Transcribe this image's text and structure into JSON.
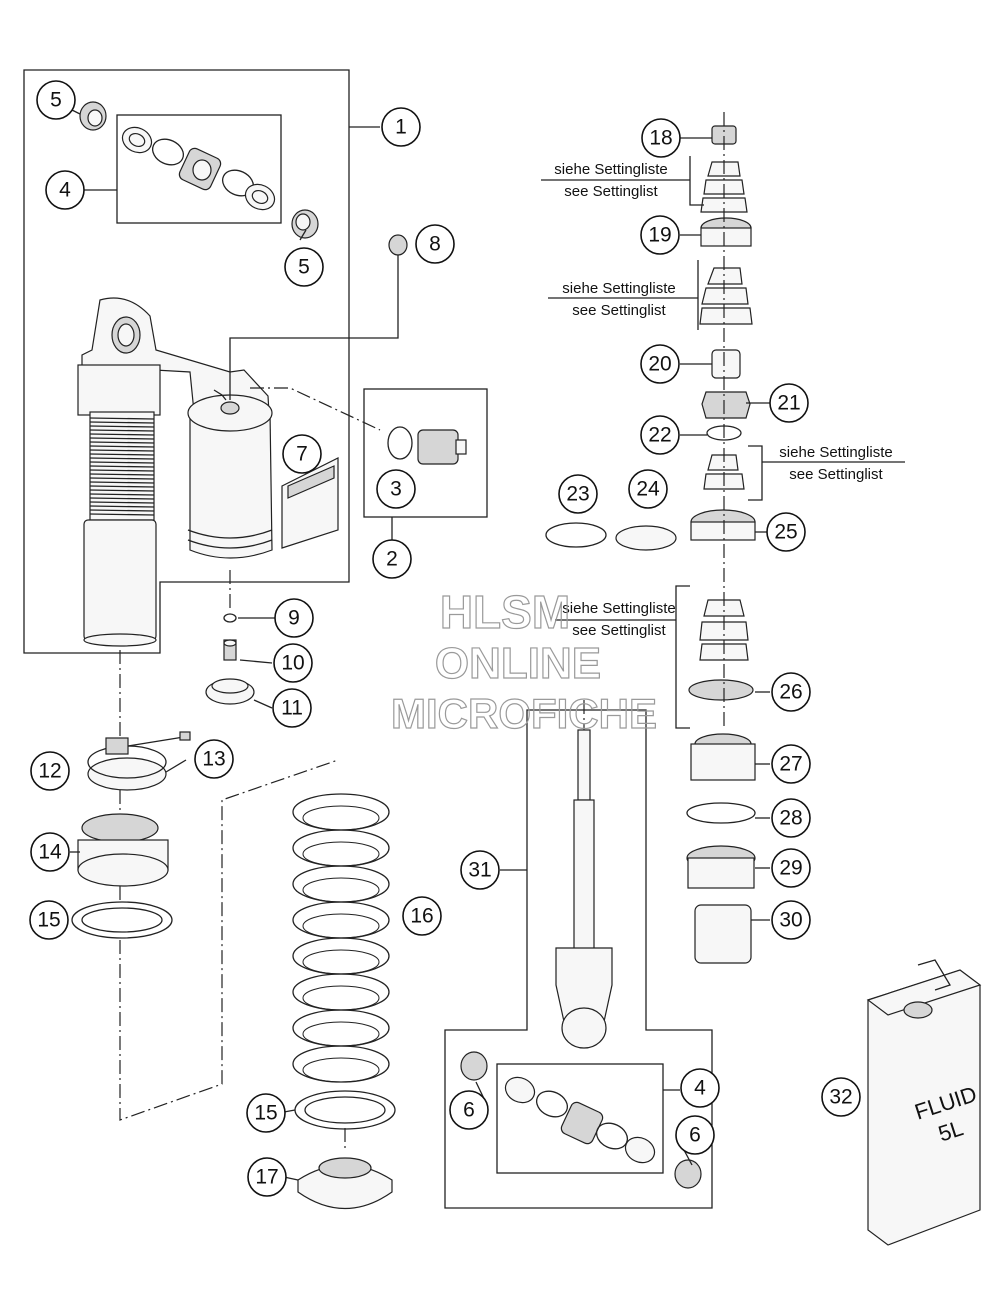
{
  "callouts": [
    {
      "id": "c1",
      "label": "1"
    },
    {
      "id": "c2",
      "label": "2"
    },
    {
      "id": "c3",
      "label": "3"
    },
    {
      "id": "c4a",
      "label": "4"
    },
    {
      "id": "c4b",
      "label": "4"
    },
    {
      "id": "c5a",
      "label": "5"
    },
    {
      "id": "c5b",
      "label": "5"
    },
    {
      "id": "c6a",
      "label": "6"
    },
    {
      "id": "c6b",
      "label": "6"
    },
    {
      "id": "c7",
      "label": "7"
    },
    {
      "id": "c8",
      "label": "8"
    },
    {
      "id": "c9",
      "label": "9"
    },
    {
      "id": "c10",
      "label": "10"
    },
    {
      "id": "c11",
      "label": "11"
    },
    {
      "id": "c12",
      "label": "12"
    },
    {
      "id": "c13",
      "label": "13"
    },
    {
      "id": "c14",
      "label": "14"
    },
    {
      "id": "c15a",
      "label": "15"
    },
    {
      "id": "c15b",
      "label": "15"
    },
    {
      "id": "c16",
      "label": "16"
    },
    {
      "id": "c17",
      "label": "17"
    },
    {
      "id": "c18",
      "label": "18"
    },
    {
      "id": "c19",
      "label": "19"
    },
    {
      "id": "c20",
      "label": "20"
    },
    {
      "id": "c21",
      "label": "21"
    },
    {
      "id": "c22",
      "label": "22"
    },
    {
      "id": "c23",
      "label": "23"
    },
    {
      "id": "c24",
      "label": "24"
    },
    {
      "id": "c25",
      "label": "25"
    },
    {
      "id": "c26",
      "label": "26"
    },
    {
      "id": "c27",
      "label": "27"
    },
    {
      "id": "c28",
      "label": "28"
    },
    {
      "id": "c29",
      "label": "29"
    },
    {
      "id": "c30",
      "label": "30"
    },
    {
      "id": "c31",
      "label": "31"
    },
    {
      "id": "c32",
      "label": "32"
    }
  ],
  "setting_notes": {
    "de": "siehe Settingliste",
    "en": "see Settinglist"
  },
  "watermark": {
    "line1": "HLSM",
    "line2": "ONLINE",
    "line3": "MICROFICHE"
  },
  "fluid_can": {
    "line1": "FLUID",
    "line2": "5L"
  }
}
